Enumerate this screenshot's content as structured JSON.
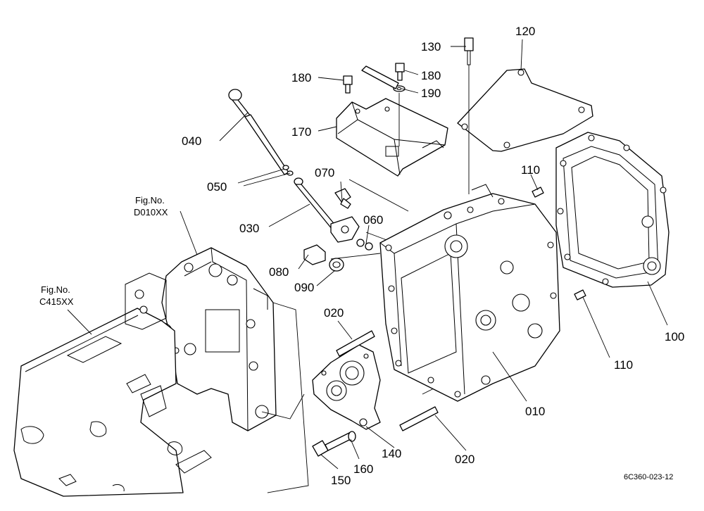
{
  "callouts": {
    "c010": "010",
    "c020a": "020",
    "c020b": "020",
    "c030": "030",
    "c040": "040",
    "c050": "050",
    "c060": "060",
    "c070": "070",
    "c080": "080",
    "c090": "090",
    "c100": "100",
    "c110a": "110",
    "c110b": "110",
    "c120": "120",
    "c130": "130",
    "c140": "140",
    "c150": "150",
    "c160": "160",
    "c170": "170",
    "c180a": "180",
    "c180b": "180",
    "c190": "190"
  },
  "figure_refs": {
    "ref1_line1": "Fig.No.",
    "ref1_line2": "D010XX",
    "ref2_line1": "Fig.No.",
    "ref2_line2": "C415XX"
  },
  "drawing_code": "6C360-023-12"
}
